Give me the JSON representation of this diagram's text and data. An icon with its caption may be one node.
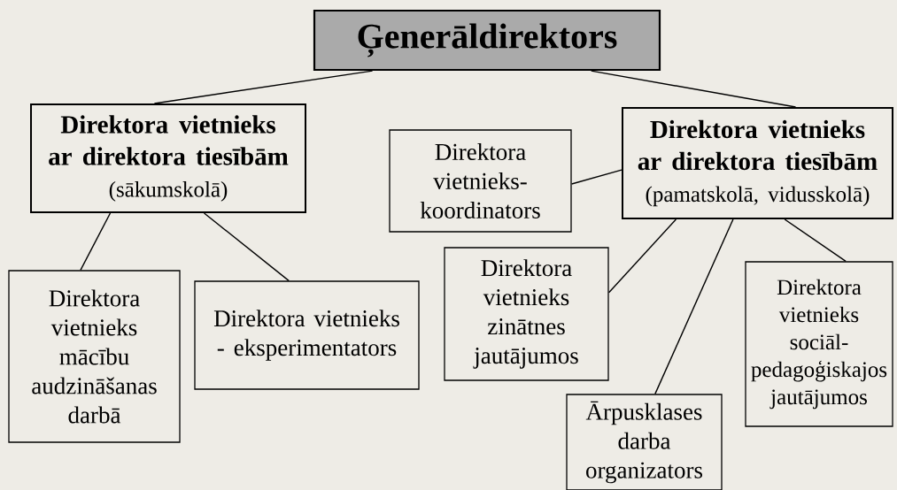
{
  "diagram": {
    "nodes": [
      {
        "text": [
          "Ģenerāldirektors"
        ]
      },
      {
        "text": [
          "Direktora vietnieks ar direktora tiesībām",
          "(sākumskolā)"
        ]
      },
      {
        "text": [
          "Direktora vietnieks-koordinators"
        ]
      },
      {
        "text": [
          "Direktora vietnieks ar direktora tiesībām",
          "(pamatskolā, vidusskolā)"
        ]
      },
      {
        "text": [
          "Direktora vietnieks mācību audzināšanas darbā"
        ]
      },
      {
        "text": [
          "Direktora vietnieks - eksperimentators"
        ]
      },
      {
        "text": [
          "Direktora vietnieks zinātnes jautājumos"
        ]
      },
      {
        "text": [
          "Direktora vietnieks sociāl-pedagoģiskajos jautājumos"
        ]
      },
      {
        "text": [
          "Ārpusklases darba organizators"
        ]
      }
    ],
    "edges": [
      {
        "from": 0,
        "to": 1,
        "arrow": "none"
      },
      {
        "from": 0,
        "to": 3,
        "arrow": "none"
      },
      {
        "from": 1,
        "to": 4,
        "arrow": "none"
      },
      {
        "from": 1,
        "to": 5,
        "arrow": "none"
      },
      {
        "from": 3,
        "to": 2,
        "arrow": "none"
      },
      {
        "from": 3,
        "to": 6,
        "arrow": "none"
      },
      {
        "from": 3,
        "to": 8,
        "arrow": "none"
      },
      {
        "from": 3,
        "to": 7,
        "arrow": "none"
      }
    ]
  }
}
